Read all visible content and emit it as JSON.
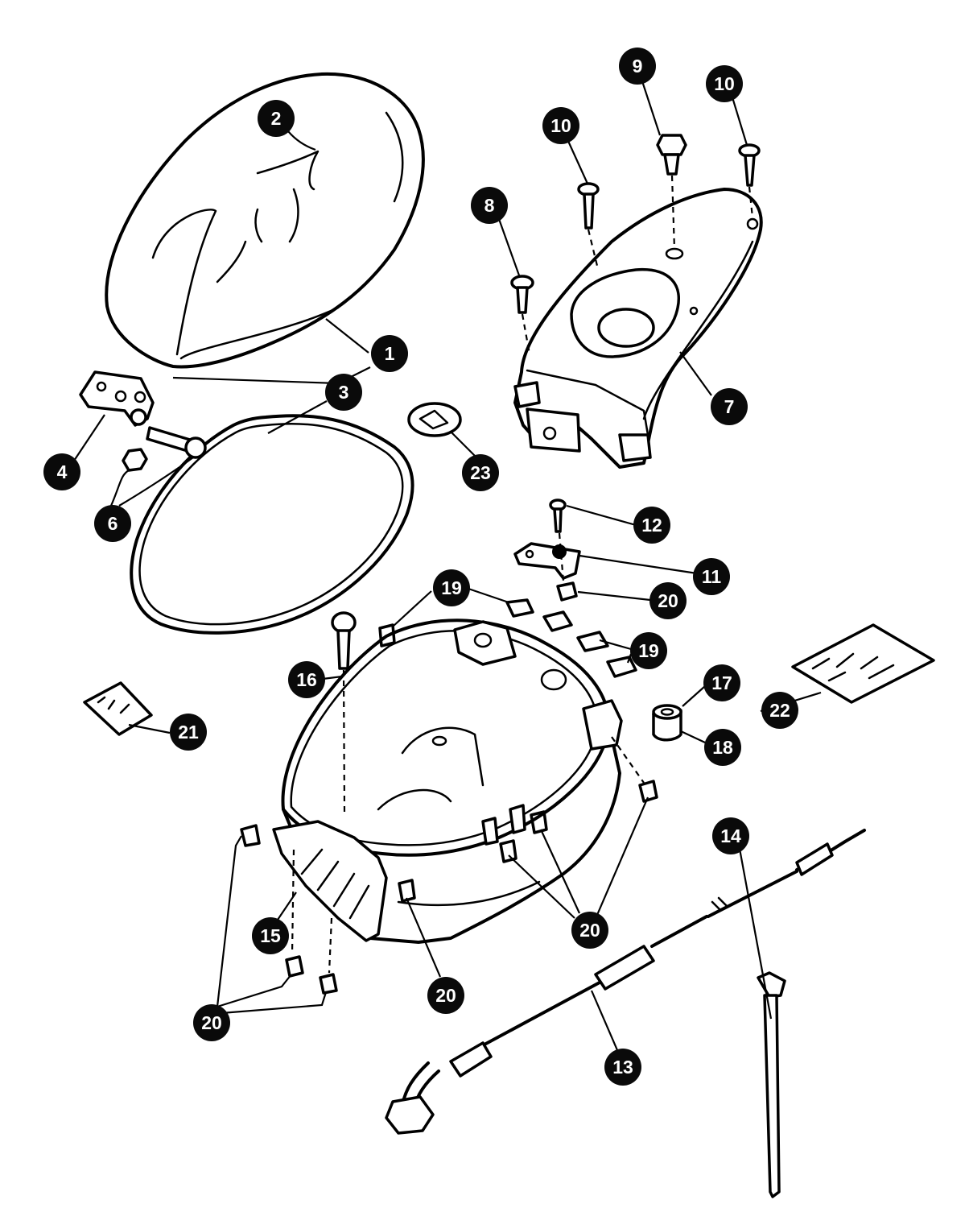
{
  "callouts": [
    {
      "id": "c1",
      "label": "1"
    },
    {
      "id": "c2",
      "label": "2"
    },
    {
      "id": "c3",
      "label": "3"
    },
    {
      "id": "c4",
      "label": "4"
    },
    {
      "id": "c6",
      "label": "6"
    },
    {
      "id": "c7",
      "label": "7"
    },
    {
      "id": "c8",
      "label": "8"
    },
    {
      "id": "c9",
      "label": "9"
    },
    {
      "id": "c10a",
      "label": "10"
    },
    {
      "id": "c10b",
      "label": "10"
    },
    {
      "id": "c11",
      "label": "11"
    },
    {
      "id": "c12",
      "label": "12"
    },
    {
      "id": "c13",
      "label": "13"
    },
    {
      "id": "c14",
      "label": "14"
    },
    {
      "id": "c15",
      "label": "15"
    },
    {
      "id": "c16",
      "label": "16"
    },
    {
      "id": "c17",
      "label": "17"
    },
    {
      "id": "c18",
      "label": "18"
    },
    {
      "id": "c19a",
      "label": "19"
    },
    {
      "id": "c19b",
      "label": "19"
    },
    {
      "id": "c20a",
      "label": "20"
    },
    {
      "id": "c20b",
      "label": "20"
    },
    {
      "id": "c20c",
      "label": "20"
    },
    {
      "id": "c20d",
      "label": "20"
    },
    {
      "id": "c21",
      "label": "21"
    },
    {
      "id": "c22",
      "label": "22"
    },
    {
      "id": "c23",
      "label": "23"
    }
  ]
}
